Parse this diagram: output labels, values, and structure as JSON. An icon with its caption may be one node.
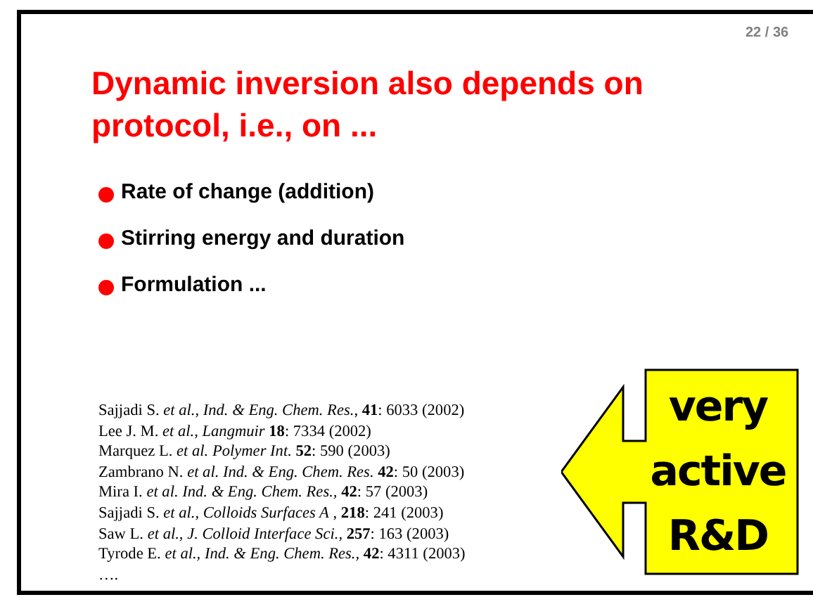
{
  "diagram": {
    "title": "Dynamic inversion also depends on protocol, i.e., on ...",
    "nodes": [
      {
        "text": [
          "very active R&D"
        ]
      }
    ],
    "edges": [],
    "labels": [
      "22 / 36",
      "Rate of change (addition)",
      "Stirring energy and duration",
      "Formulation ...",
      "Sajjadi S. *et al., Ind. & Eng. Chem. Res.*, **41**: 6033 (2002)",
      "Lee J. M. *et al., Langmuir* **18**: 7334 (2002)",
      "Marquez L. *et al. Polymer Int.*  **52**: 590 (2003)",
      "Zambrano N. *et al. Ind. & Eng. Chem. Res.*  **42**: 50 (2003)",
      "Mira I. *et al. Ind. & Eng. Chem. Res.,*  **42**: 57 (2003)",
      "Sajjadi S. *et al., Colloids Surfaces A* , **218**: 241 (2003)",
      "Saw L. *et al., J. Colloid Interface Sci.,* **257**: 163 (2003)",
      "Tyrode E. *et al., Ind. & Eng. Chem. Res.,*  **42**: 4311 (2003)",
      "…."
    ]
  }
}
